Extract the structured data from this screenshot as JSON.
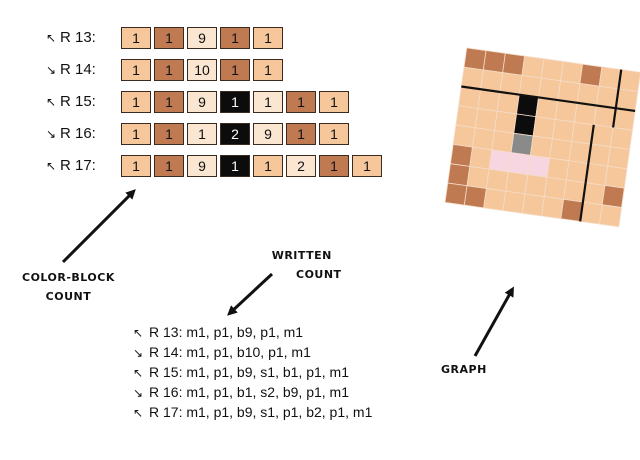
{
  "colors": {
    "m": "#f6c79a",
    "p": "#bf7a52",
    "b": "#fbe6d2",
    "s": "#0c0c0c",
    "g": "#8a8a8a",
    "k": "#f7d6e2"
  },
  "rows": [
    {
      "arrow": "↖",
      "label": "R 13:",
      "cells": [
        [
          "m",
          "1"
        ],
        [
          "p",
          "1"
        ],
        [
          "b",
          "9"
        ],
        [
          "p",
          "1"
        ],
        [
          "m",
          "1"
        ]
      ]
    },
    {
      "arrow": "↘",
      "label": "R 14:",
      "cells": [
        [
          "m",
          "1"
        ],
        [
          "p",
          "1"
        ],
        [
          "b",
          "10"
        ],
        [
          "p",
          "1"
        ],
        [
          "m",
          "1"
        ]
      ]
    },
    {
      "arrow": "↖",
      "label": "R 15:",
      "cells": [
        [
          "m",
          "1"
        ],
        [
          "p",
          "1"
        ],
        [
          "b",
          "9"
        ],
        [
          "s",
          "1"
        ],
        [
          "b",
          "1"
        ],
        [
          "p",
          "1"
        ],
        [
          "m",
          "1"
        ]
      ]
    },
    {
      "arrow": "↘",
      "label": "R 16:",
      "cells": [
        [
          "m",
          "1"
        ],
        [
          "p",
          "1"
        ],
        [
          "b",
          "1"
        ],
        [
          "s",
          "2"
        ],
        [
          "b",
          "9"
        ],
        [
          "p",
          "1"
        ],
        [
          "m",
          "1"
        ]
      ]
    },
    {
      "arrow": "↖",
      "label": "R 17:",
      "cells": [
        [
          "m",
          "1"
        ],
        [
          "p",
          "1"
        ],
        [
          "b",
          "9"
        ],
        [
          "s",
          "1"
        ],
        [
          "m",
          "1"
        ],
        [
          "b",
          "2"
        ],
        [
          "p",
          "1"
        ],
        [
          "m",
          "1"
        ]
      ]
    }
  ],
  "notes": {
    "color_block": [
      "COLOR-BLOCK",
      "COUNT"
    ],
    "written": [
      "WRITTEN",
      "COUNT"
    ],
    "graph": "GRAPH"
  },
  "written_lines": [
    {
      "arrow": "↖",
      "text": "R 13: m1, p1, b9, p1, m1"
    },
    {
      "arrow": "↘",
      "text": "R 14: m1, p1, b10, p1, m1"
    },
    {
      "arrow": "↖",
      "text": "R 15: m1, p1, b9, s1, b1, p1, m1"
    },
    {
      "arrow": "↘",
      "text": "R 16: m1, p1, b1, s2, b9, p1, m1"
    },
    {
      "arrow": "↖",
      "text": "R 17: m1, p1, b9, s1, p1, b2, p1, m1"
    }
  ],
  "graph": {
    "grid": [
      "pppmmmpmm",
      "mmmmmmmmm",
      "mmmsmmmmm",
      "mmmsmmmmm",
      "mmmgmmmmm",
      "pmkkkmmmm",
      "pmmmmmmmp",
      "ppmmmmpmm"
    ]
  }
}
